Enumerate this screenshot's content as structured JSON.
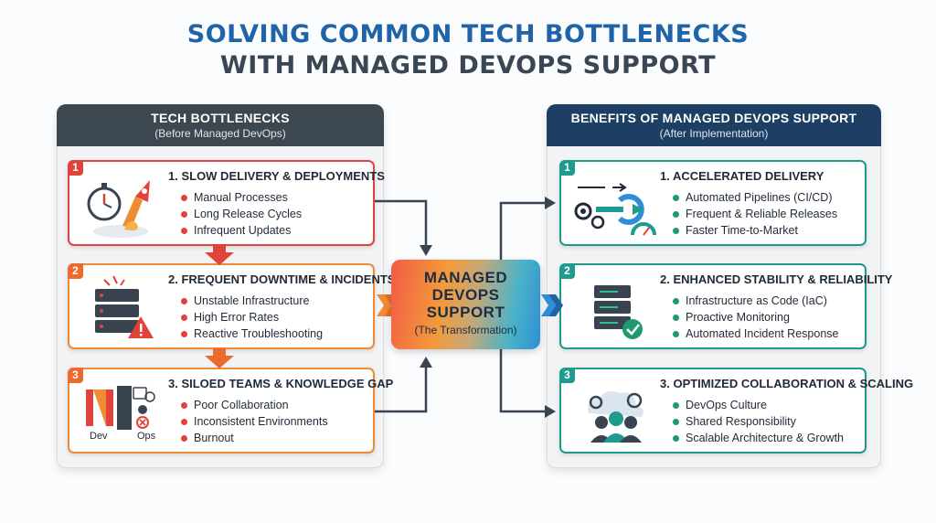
{
  "title": {
    "line1": "SOLVING COMMON TECH BOTTLENECKS",
    "line2": "WITH MANAGED DEVOPS SUPPORT"
  },
  "left_panel": {
    "heading": "TECH BOTTLENECKS",
    "subheading": "(Before Managed DevOps)",
    "cards": [
      {
        "number": "1",
        "title": "1. SLOW DELIVERY & DEPLOYMENTS",
        "items": [
          "Manual Processes",
          "Long Release Cycles",
          "Infrequent Updates"
        ],
        "icon": "stopwatch-rocket-icon"
      },
      {
        "number": "2",
        "title": "2. FREQUENT DOWNTIME & INCIDENTS",
        "items": [
          "Unstable Infrastructure",
          "High Error Rates",
          "Reactive Troubleshooting"
        ],
        "icon": "broken-server-warning-icon"
      },
      {
        "number": "3",
        "title": "3. SILOED TEAMS & KNOWLEDGE GAP",
        "items": [
          "Poor Collaboration",
          "Inconsistent Environments",
          "Burnout"
        ],
        "icon": "dev-ops-wall-icon",
        "icon_labels": [
          "Dev",
          "Ops"
        ]
      }
    ]
  },
  "center": {
    "title_lines": [
      "MANAGED",
      "DEVOPS",
      "SUPPORT"
    ],
    "subtitle": "(The Transformation)"
  },
  "right_panel": {
    "heading": "BENEFITS OF MANAGED DEVOPS SUPPORT",
    "subheading": "(After Implementation)",
    "cards": [
      {
        "number": "1",
        "title": "1. ACCELERATED DELIVERY",
        "items": [
          "Automated Pipelines (CI/CD)",
          "Frequent & Reliable Releases",
          "Faster Time-to-Market"
        ],
        "icon": "pipeline-gears-gauge-icon"
      },
      {
        "number": "2",
        "title": "2. ENHANCED STABILITY & RELIABILITY",
        "items": [
          "Infrastructure as Code (IaC)",
          "Proactive Monitoring",
          "Automated Incident Response"
        ],
        "icon": "server-checkmark-icon"
      },
      {
        "number": "3",
        "title": "3. OPTIMIZED COLLABORATION & SCALING",
        "items": [
          "DevOps Culture",
          "Shared Responsibility",
          "Scalable Architecture & Growth"
        ],
        "icon": "team-cloud-gears-icon"
      }
    ]
  },
  "colors": {
    "title_blue": "#1f63a8",
    "title_gray": "#3b4654",
    "left_header": "#3d474f",
    "right_header": "#1d3f63",
    "red": "#e0423c",
    "orange": "#f08b34",
    "teal": "#1e9a8e"
  }
}
